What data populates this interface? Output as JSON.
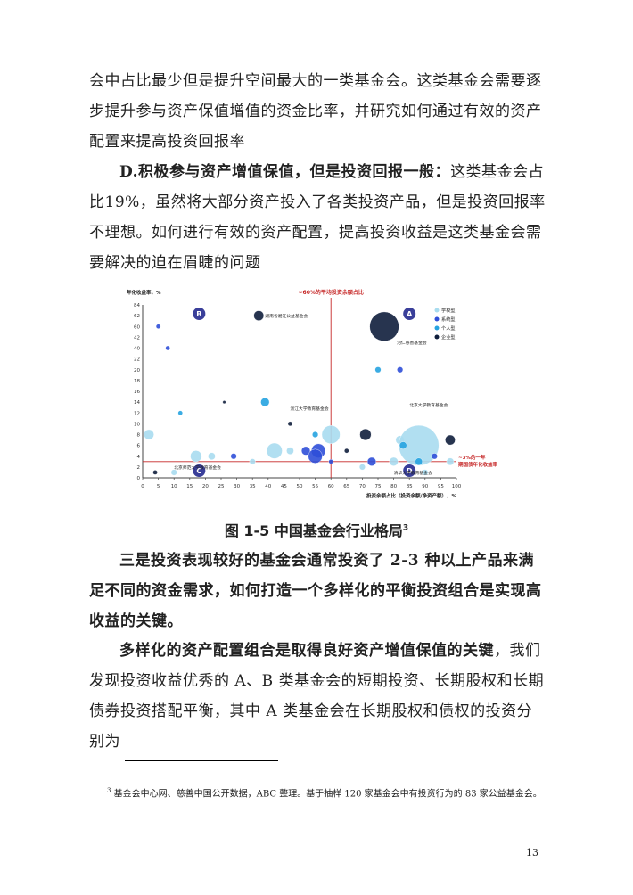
{
  "paragraphs": {
    "p1": "会中占比最少但是提升空间最大的一类基金会。这类基金会需要逐步提升参与资产保值增值的资金比率，并研究如何通过有效的资产配置来提高投资回报率",
    "p2_bold": "D.积极参与资产增值保值，但是投资回报一般：",
    "p2_rest": "这类基金会占比19%，虽然将大部分资产投入了各类投资产品，但是投资回报率不理想。如何进行有效的资产配置，提高投资收益是这类基金会需要解决的迫在眉睫的问题",
    "p3": "三是投资表现较好的基金会通常投资了 2-3 种以上产品来满足不同的资金需求，如何打造一个多样化的平衡投资组合是实现高收益的关键。",
    "p4_bold": "多样化的资产配置组合是取得良好资产增值保值的关键",
    "p4_rest": "，我们发现投资收益优秀的 A、B 类基金会的短期投资、长期股权和长期债券投资搭配平衡，其中 A 类基金会在长期股权和债权的投资分别为"
  },
  "caption": {
    "text": "图 1-5 中国基金会行业格局",
    "ref": "3"
  },
  "footnote": {
    "ref": "3",
    "text": "基金会中心网、慈善中国公开数据，ABC 整理。基于抽样 120 家基金会中有投资行为的 83 家公益基金会。"
  },
  "page_number": "13",
  "chart_data": {
    "type": "scatter",
    "xlabel": "投资余额占比（投资余额/净资产额），%",
    "ylabel": "年化收益率，%",
    "x_ticks": [
      0,
      5,
      10,
      15,
      20,
      25,
      30,
      35,
      40,
      45,
      50,
      55,
      60,
      65,
      70,
      75,
      80,
      85,
      90,
      95,
      100
    ],
    "y_ticks": [
      0,
      2,
      4,
      6,
      8,
      10,
      12,
      14,
      16,
      18,
      20,
      22,
      40,
      42,
      60,
      62,
      84
    ],
    "xlim": [
      0,
      100
    ],
    "quadrants": [
      "A",
      "B",
      "C",
      "D"
    ],
    "vline": {
      "x": 60,
      "label": "~60%的平均投资余额占比"
    },
    "hline": {
      "y": 3,
      "label": "~3%的一年期国债年化收益率"
    },
    "legend": [
      {
        "name": "学校型",
        "color": "#a8dcef"
      },
      {
        "name": "系统型",
        "color": "#2f4fd8"
      },
      {
        "name": "个人型",
        "color": "#26a3e0"
      },
      {
        "name": "企业型",
        "color": "#0f1e3c"
      }
    ],
    "annotations": [
      "湖南省湘江公益基金会",
      "河仁慈善基金会",
      "浙江大学教育基金会",
      "北京大学教育基金会",
      "北京师范大学教育基金会",
      "清华大学教育基金会"
    ],
    "points": [
      {
        "x": 37,
        "y": 62,
        "type": 3,
        "size": 6
      },
      {
        "x": 77,
        "y": 60,
        "type": 3,
        "size": 20
      },
      {
        "x": 5,
        "y": 60,
        "type": 1,
        "size": 2
      },
      {
        "x": 8,
        "y": 40,
        "type": 1,
        "size": 2
      },
      {
        "x": 75,
        "y": 20,
        "type": 2,
        "size": 3
      },
      {
        "x": 82,
        "y": 20,
        "type": 1,
        "size": 3
      },
      {
        "x": 12,
        "y": 12,
        "type": 2,
        "size": 2
      },
      {
        "x": 26,
        "y": 14,
        "type": 3,
        "size": 1
      },
      {
        "x": 39,
        "y": 14,
        "type": 2,
        "size": 5
      },
      {
        "x": 47,
        "y": 10,
        "type": 3,
        "size": 2
      },
      {
        "x": 55,
        "y": 8,
        "type": 2,
        "size": 3
      },
      {
        "x": 2,
        "y": 8,
        "type": 0,
        "size": 6
      },
      {
        "x": 60,
        "y": 8,
        "type": 0,
        "size": 12
      },
      {
        "x": 71,
        "y": 8,
        "type": 3,
        "size": 7
      },
      {
        "x": 82,
        "y": 7,
        "type": 0,
        "size": 5
      },
      {
        "x": 88,
        "y": 6,
        "type": 0,
        "size": 28
      },
      {
        "x": 83,
        "y": 6,
        "type": 2,
        "size": 4
      },
      {
        "x": 98,
        "y": 7,
        "type": 3,
        "size": 6
      },
      {
        "x": 47,
        "y": 5,
        "type": 0,
        "size": 4
      },
      {
        "x": 52,
        "y": 5,
        "type": 1,
        "size": 5
      },
      {
        "x": 56,
        "y": 5,
        "type": 1,
        "size": 9
      },
      {
        "x": 55,
        "y": 4,
        "type": 1,
        "size": 9
      },
      {
        "x": 65,
        "y": 5,
        "type": 3,
        "size": 2
      },
      {
        "x": 42,
        "y": 5,
        "type": 0,
        "size": 10
      },
      {
        "x": 22,
        "y": 4,
        "type": 0,
        "size": 4
      },
      {
        "x": 29,
        "y": 4,
        "type": 1,
        "size": 3
      },
      {
        "x": 17,
        "y": 4,
        "type": 0,
        "size": 7
      },
      {
        "x": 73,
        "y": 3,
        "type": 1,
        "size": 5
      },
      {
        "x": 80,
        "y": 3,
        "type": 0,
        "size": 5
      },
      {
        "x": 88,
        "y": 3,
        "type": 2,
        "size": 4
      },
      {
        "x": 93,
        "y": 4,
        "type": 1,
        "size": 3
      },
      {
        "x": 98,
        "y": 3,
        "type": 0,
        "size": 4
      },
      {
        "x": 4,
        "y": 1,
        "type": 3,
        "size": 2
      },
      {
        "x": 10,
        "y": 1,
        "type": 0,
        "size": 3
      },
      {
        "x": 70,
        "y": 2,
        "type": 0,
        "size": 3
      },
      {
        "x": 90,
        "y": 1,
        "type": 0,
        "size": 3
      },
      {
        "x": 35,
        "y": 3,
        "type": 0,
        "size": 3
      },
      {
        "x": 60,
        "y": 3,
        "type": 1,
        "size": 2
      }
    ]
  }
}
